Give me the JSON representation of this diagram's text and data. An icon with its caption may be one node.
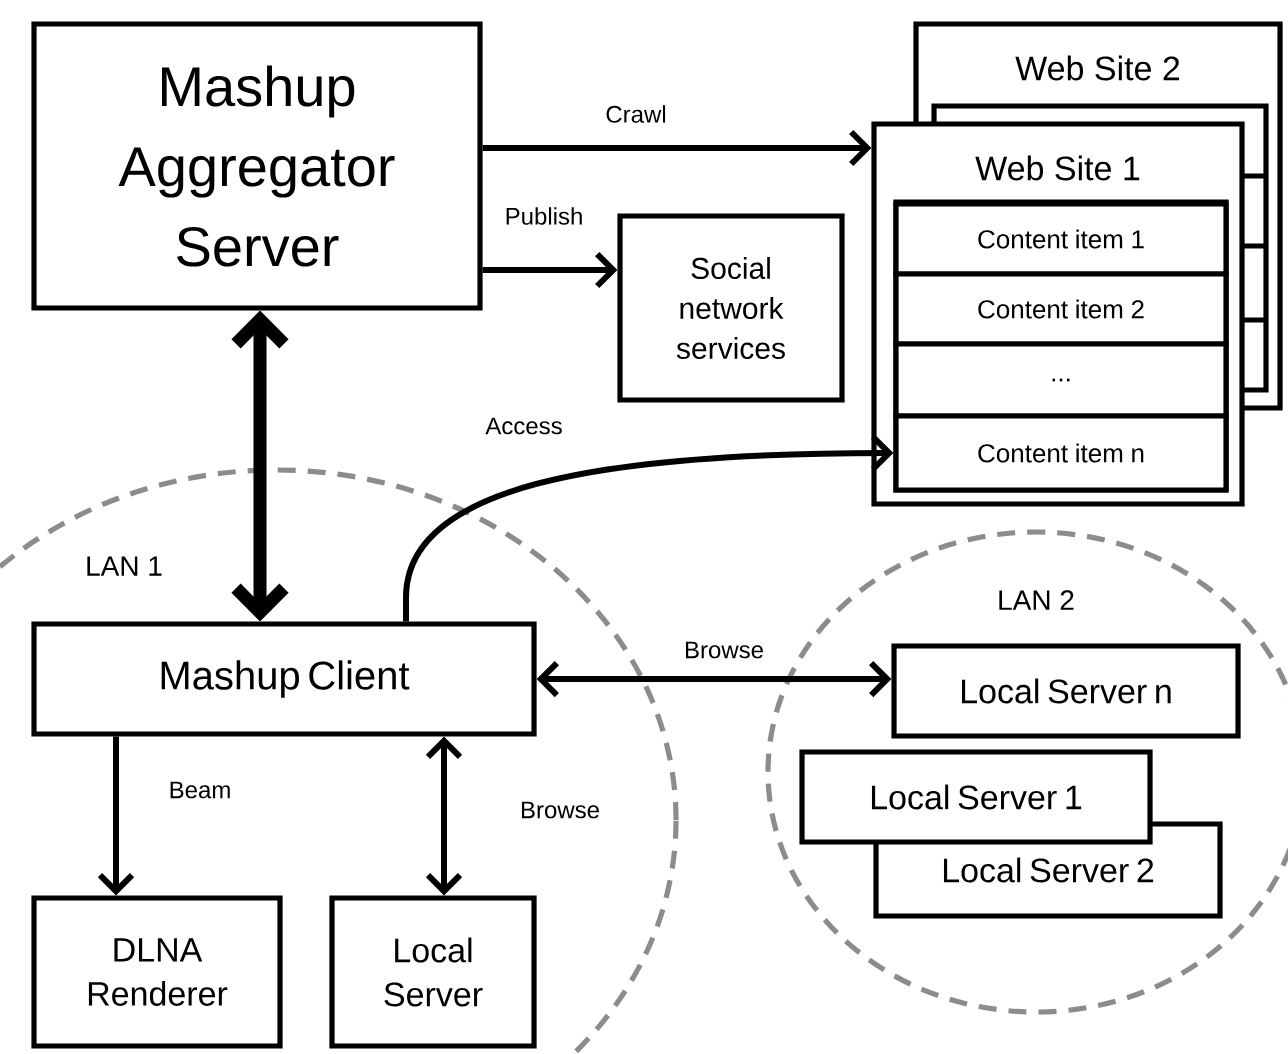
{
  "diagram": {
    "nodes": [
      {
        "text": [
          "Mashup Aggregator Server"
        ]
      },
      {
        "text": [
          "Social network services"
        ]
      },
      {
        "text": [
          "Web Site 2"
        ]
      },
      {
        "text": [
          "Web Site 1"
        ]
      },
      {
        "text": [
          "Content item 1"
        ],
        "in": 3
      },
      {
        "text": [
          "Content item 2"
        ],
        "in": 3
      },
      {
        "text": [
          "..."
        ],
        "in": 3
      },
      {
        "text": [
          "Content item n"
        ],
        "in": 3
      },
      {
        "text": [
          "LAN 1"
        ]
      },
      {
        "text": [
          "Mashup Client"
        ],
        "in": 8
      },
      {
        "text": [
          "DLNA Renderer"
        ],
        "in": 8
      },
      {
        "text": [
          "Local Server"
        ],
        "in": 8
      },
      {
        "text": [
          "LAN 2"
        ]
      },
      {
        "text": [
          "Local Server n"
        ],
        "in": 12
      },
      {
        "text": [
          "Local Server 1"
        ],
        "in": 12
      },
      {
        "text": [
          "Local Server 2"
        ],
        "in": 12
      }
    ],
    "edges": [
      {
        "from": 0,
        "to": 3,
        "arrow": "to",
        "label": "Crawl"
      },
      {
        "from": 0,
        "to": 1,
        "arrow": "to",
        "label": "Publish"
      },
      {
        "from": 0,
        "to": 9,
        "arrow": "both",
        "style": "thick"
      },
      {
        "from": 9,
        "to": 7,
        "arrow": "to",
        "label": "Access"
      },
      {
        "from": 9,
        "to": 13,
        "arrow": "both",
        "label": "Browse"
      },
      {
        "from": 9,
        "to": 10,
        "arrow": "to",
        "label": "Beam"
      },
      {
        "from": 9,
        "to": 11,
        "arrow": "both",
        "label": "Browse"
      }
    ]
  }
}
